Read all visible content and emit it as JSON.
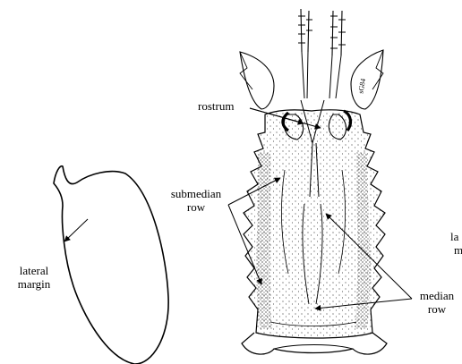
{
  "labels": {
    "rostrum": "rostrum",
    "submedian_line1": "submedian",
    "submedian_line2": "row",
    "lateral_line1": "lateral",
    "lateral_line2": "margin",
    "median_line1": "median",
    "median_line2": "row",
    "cut_line1": "la",
    "cut_line2": "m",
    "signature": "sG84"
  },
  "colors": {
    "ink": "#000000",
    "paper": "#ffffff"
  }
}
